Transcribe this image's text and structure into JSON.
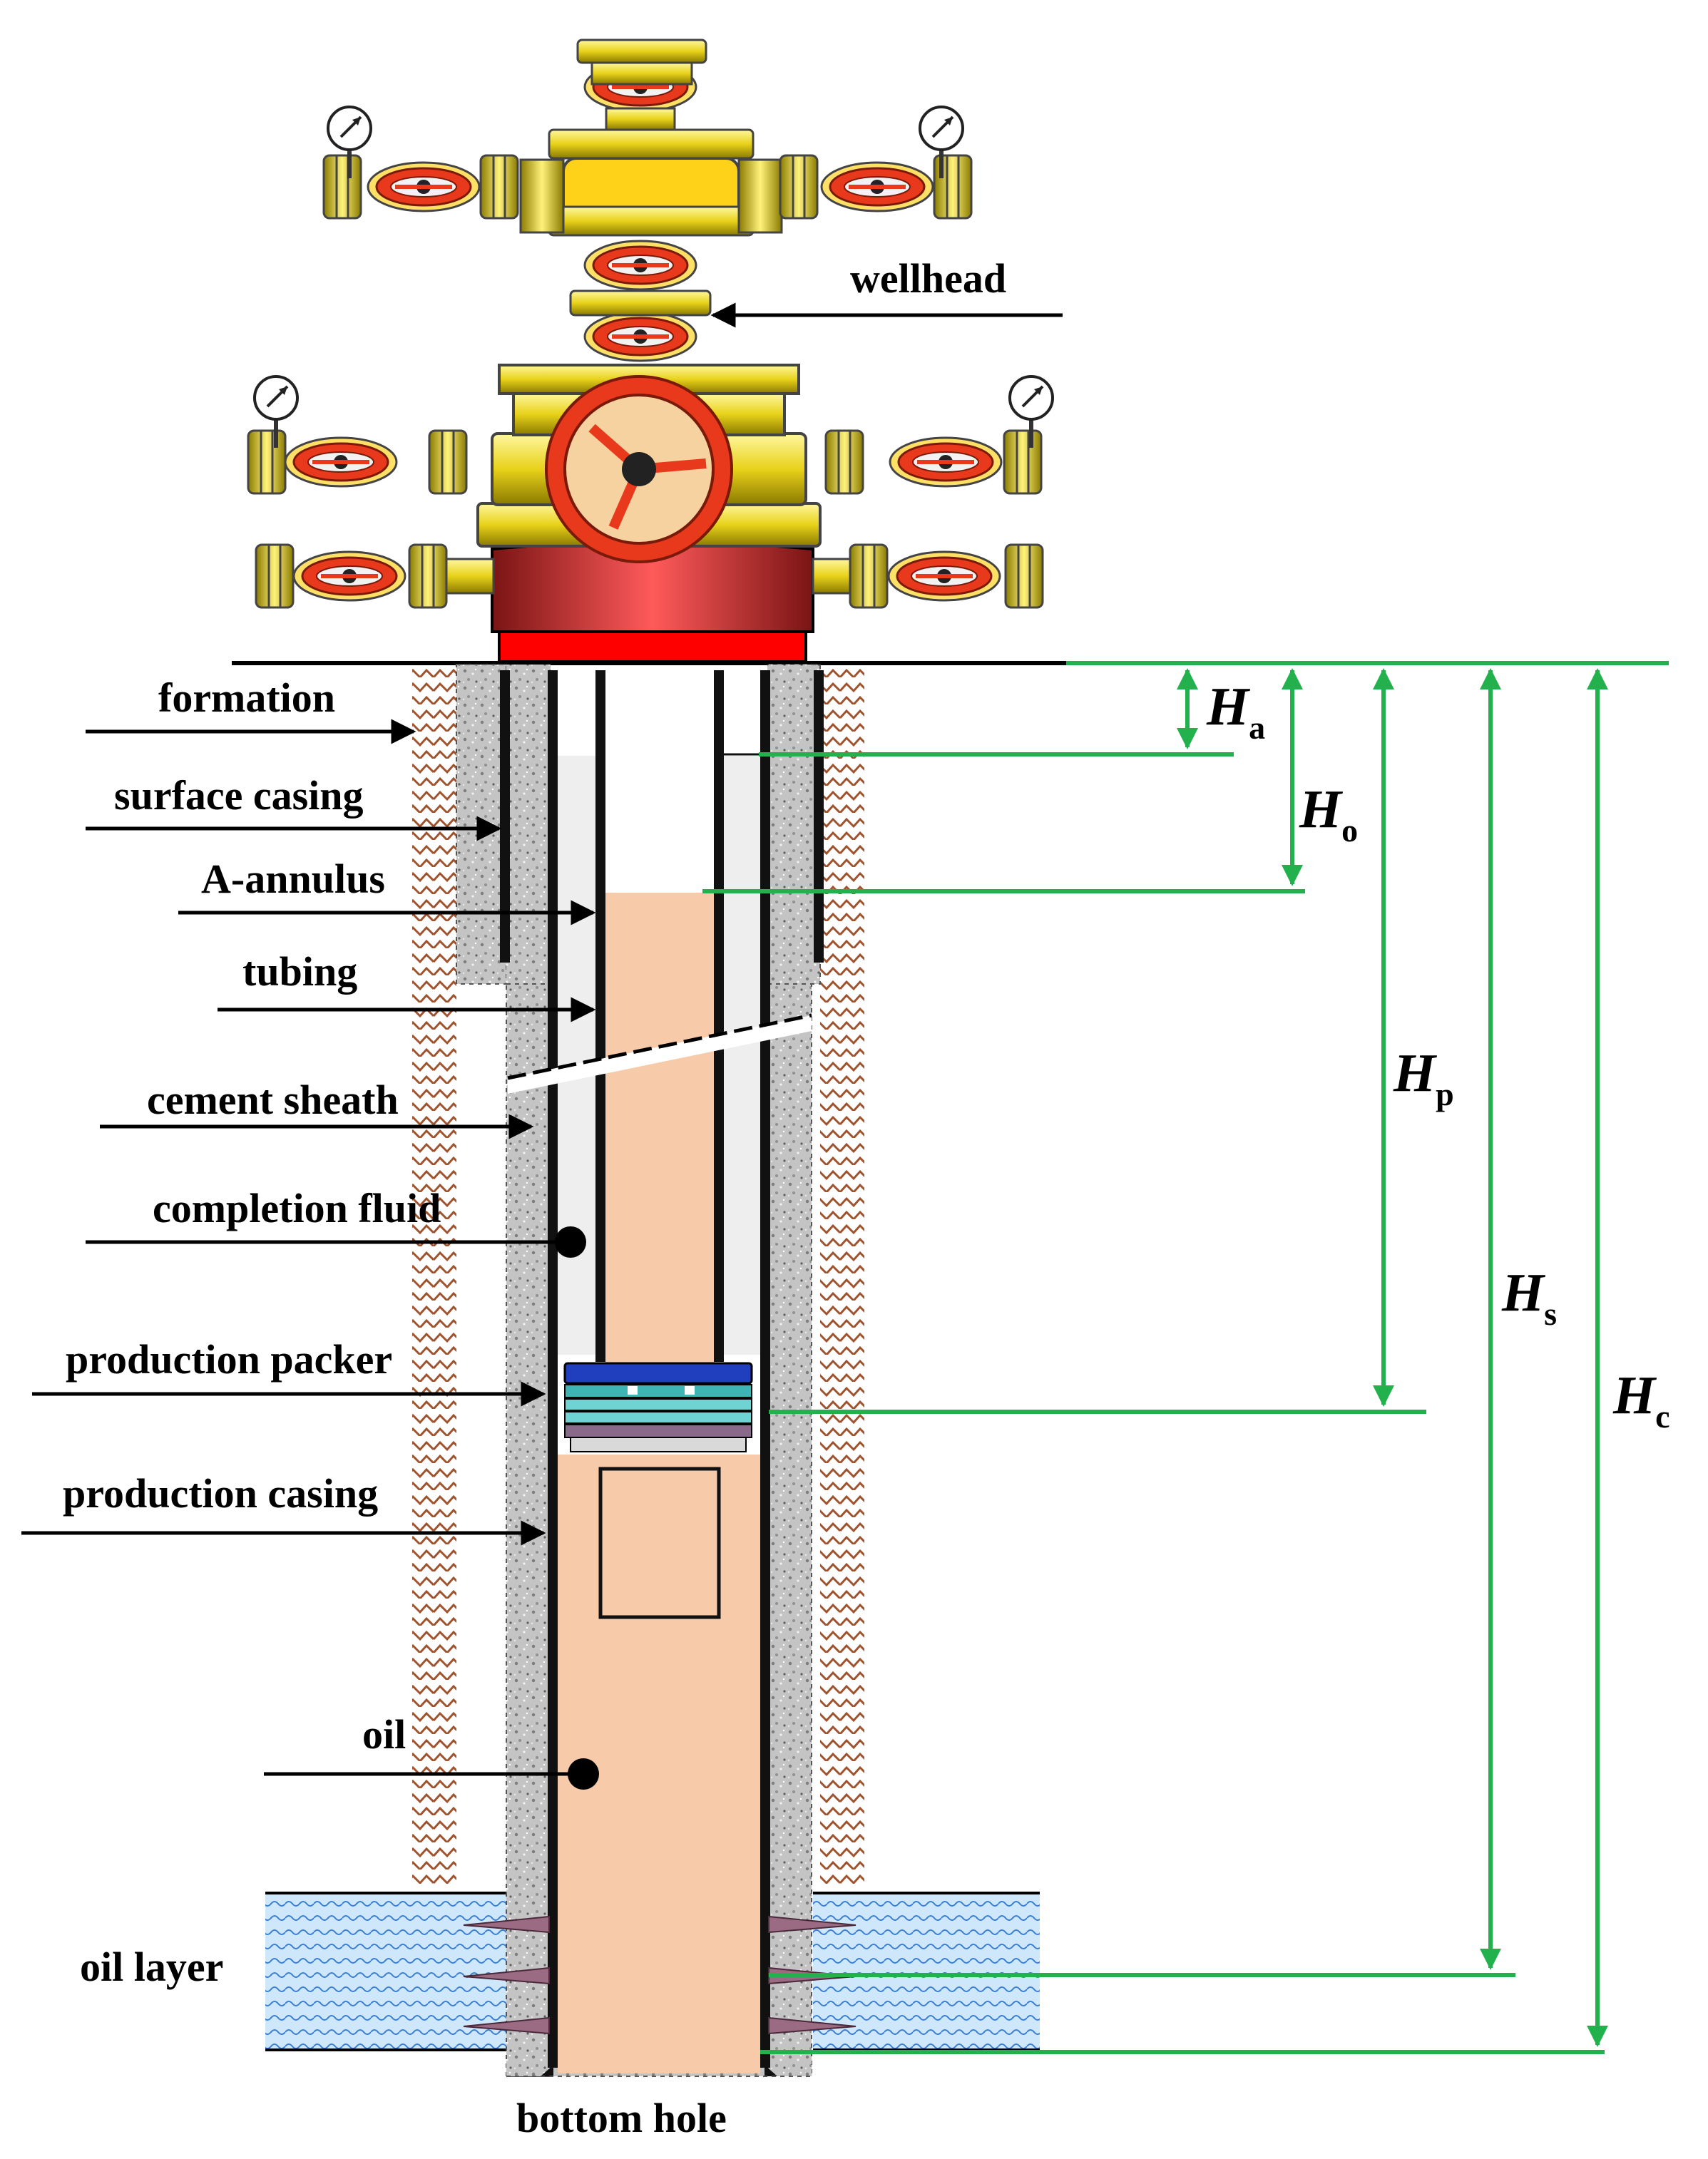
{
  "labels": {
    "wellhead": "wellhead",
    "formation": "formation",
    "surface_casing": "surface casing",
    "a_annulus": "A-annulus",
    "tubing": "tubing",
    "cement_sheath": "cement sheath",
    "completion_fluid": "completion fluid",
    "production_packer": "production packer",
    "production_casing": "production casing",
    "oil": "oil",
    "oil_layer": "oil layer",
    "bottom_hole": "bottom hole"
  },
  "dimensions": {
    "ha": {
      "main": "H",
      "sub": "a"
    },
    "ho": {
      "main": "H",
      "sub": "o"
    },
    "hp": {
      "main": "H",
      "sub": "p"
    },
    "hs": {
      "main": "H",
      "sub": "s"
    },
    "hc": {
      "main": "H",
      "sub": "c"
    }
  },
  "colors": {
    "dimension_line": "#22b14c",
    "oil": "#f7cba9",
    "cement": "#bdbdbd",
    "formation_hatch": "#a0522d",
    "wellhead_yellow": "#e8d21a",
    "valve_red": "#e8391d",
    "casing_head_red": "#c0392b",
    "oil_layer_water": "#3a7fd5",
    "packer_blue": "#1f3fbf",
    "packer_cyan": "#6fd3d3"
  }
}
